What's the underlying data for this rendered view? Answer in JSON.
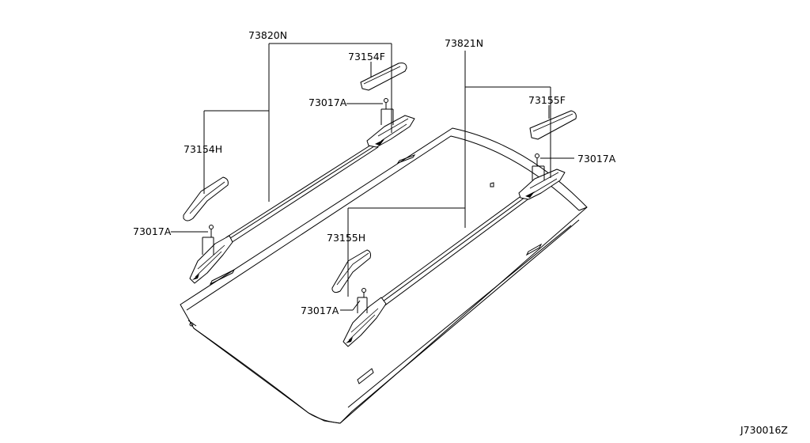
{
  "labels": {
    "rail_left": "73820N",
    "rail_right": "73821N",
    "cover_front_left": "73154F",
    "cover_front_right": "73155F",
    "cover_rear_left": "73154H",
    "cover_rear_right": "73155H",
    "bolt_front_left": "73017A",
    "bolt_front_right": "73017A",
    "bolt_rear_left": "73017A",
    "bolt_rear_right": "73017A"
  },
  "diagram_code": "J730016Z"
}
